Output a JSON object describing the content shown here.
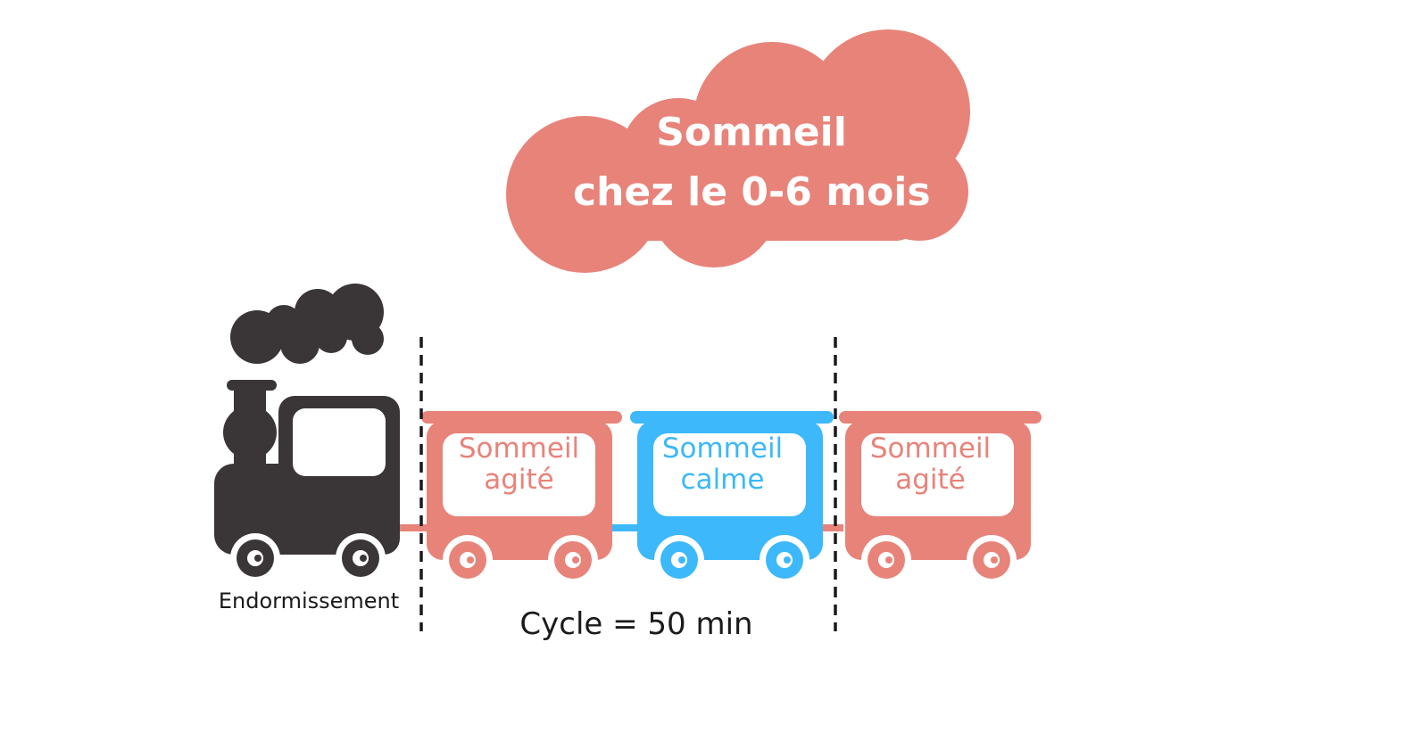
{
  "title": {
    "line1": "Sommeil",
    "line2": "chez le 0-6 mois"
  },
  "engine_label": "Endormissement",
  "cycle_label": "Cycle = 50 min",
  "wagons": [
    {
      "line1": "Sommeil",
      "line2": "agité"
    },
    {
      "line1": "Sommeil",
      "line2": "calme"
    },
    {
      "line1": "Sommeil",
      "line2": "agité"
    }
  ],
  "colors": {
    "salmon": "#e8837a",
    "blue": "#3cb8fb",
    "engine": "#3a3637",
    "text_dark": "#1a1a1a",
    "white": "#ffffff"
  },
  "icons": [
    "cloud-icon",
    "steam-locomotive-icon",
    "smoke-icon",
    "wagon-icon",
    "wheel-icon"
  ]
}
